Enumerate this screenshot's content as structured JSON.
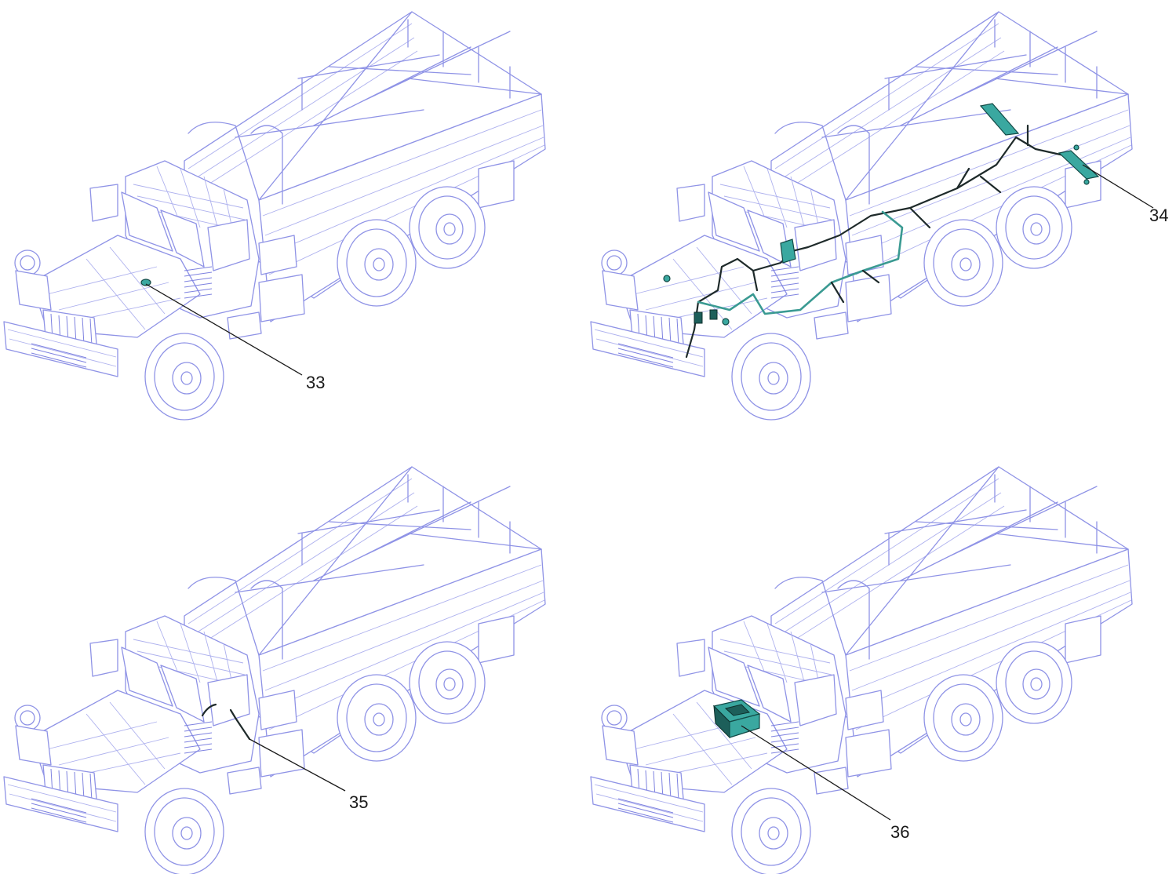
{
  "colors": {
    "outline": "#8f93e6",
    "highlight": "#3aa8a0",
    "harness": "#1e2a2a",
    "callout": "#1a1a1a"
  },
  "views": [
    {
      "id": "view-1",
      "callout": "33",
      "part": "sensor"
    },
    {
      "id": "view-2",
      "callout": "34",
      "part": "wiring-harness"
    },
    {
      "id": "view-3",
      "callout": "35",
      "part": "cab-wire"
    },
    {
      "id": "view-4",
      "callout": "36",
      "part": "control-unit"
    }
  ]
}
